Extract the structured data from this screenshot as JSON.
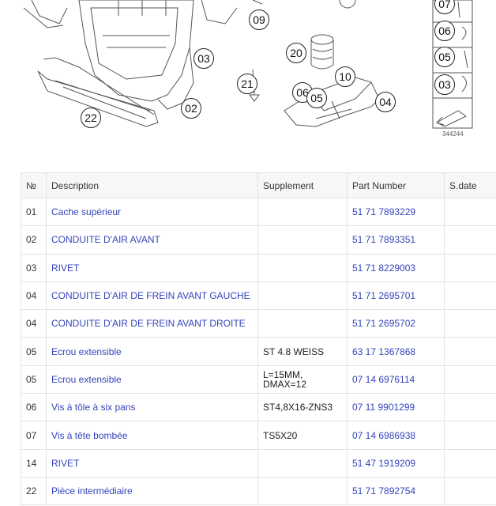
{
  "diagram": {
    "catalog_id": "344244",
    "callouts": [
      "09",
      "03",
      "02",
      "22",
      "21",
      "20",
      "10",
      "06",
      "05",
      "04",
      "07",
      "06",
      "05",
      "03"
    ]
  },
  "table": {
    "headers": [
      "№",
      "Description",
      "Supplement",
      "Part Number",
      "S.date"
    ],
    "rows": [
      {
        "num": "01",
        "description": "Cache supérieur",
        "supplement": "",
        "part_number": "51 71 7893229",
        "sdate": ""
      },
      {
        "num": "02",
        "description": "CONDUITE D'AIR AVANT",
        "supplement": "",
        "part_number": "51 71 7893351",
        "sdate": ""
      },
      {
        "num": "03",
        "description": "RIVET",
        "supplement": "",
        "part_number": "51 71 8229003",
        "sdate": ""
      },
      {
        "num": "04",
        "description": "CONDUITE D'AIR DE FREIN AVANT GAUCHE",
        "supplement": "",
        "part_number": "51 71 2695701",
        "sdate": ""
      },
      {
        "num": "04",
        "description": "CONDUITE D'AIR DE FREIN AVANT DROITE",
        "supplement": "",
        "part_number": "51 71 2695702",
        "sdate": ""
      },
      {
        "num": "05",
        "description": "Ecrou extensible",
        "supplement": "ST 4.8 WEISS",
        "part_number": "63 17 1367868",
        "sdate": ""
      },
      {
        "num": "05",
        "description": "Ecrou extensible",
        "supplement": "L=15MM,\nDMAX=12",
        "part_number": "07 14 6976114",
        "sdate": ""
      },
      {
        "num": "06",
        "description": "Vis à tôle à six pans",
        "supplement": "ST4,8X16-ZNS3",
        "part_number": "07 11 9901299",
        "sdate": ""
      },
      {
        "num": "07",
        "description": "Vis à tête bombée",
        "supplement": "TS5X20",
        "part_number": "07 14 6986938",
        "sdate": ""
      },
      {
        "num": "14",
        "description": "RIVET",
        "supplement": "",
        "part_number": "51 47 1919209",
        "sdate": ""
      },
      {
        "num": "22",
        "description": "Pièce intermédiaire",
        "supplement": "",
        "part_number": "51 71 7892754",
        "sdate": ""
      }
    ]
  }
}
